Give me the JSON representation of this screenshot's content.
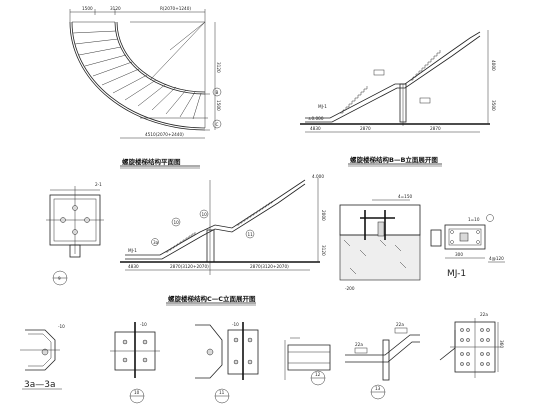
{
  "titles": {
    "plan": "螺旋楼梯结构平面图",
    "elev_b": "螺旋楼梯结构B—B立面展开图",
    "elev_c": "螺旋楼梯结构C—C立面展开图"
  },
  "labels": {
    "mj1_a": "MJ-1",
    "mj1_b": "MJ-1",
    "mj1_c": "MJ-1",
    "section_3a": "3a—3a",
    "plan_b": "B",
    "plan_c": "C",
    "elev_top": "4.000",
    "elev_base": "±0.000"
  },
  "callouts": {
    "c10": "10",
    "c11": "11",
    "c12": "12",
    "c13": "13"
  }
}
